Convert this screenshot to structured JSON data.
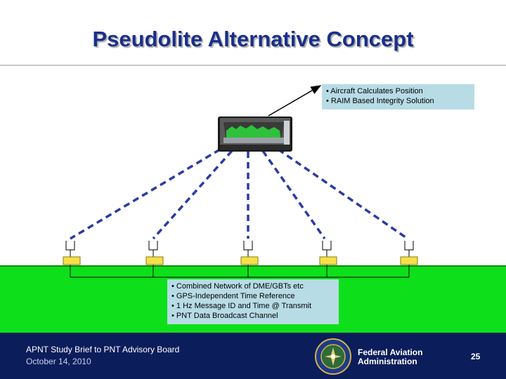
{
  "slide": {
    "title": "Pseudolite Alternative Concept"
  },
  "callout_top": {
    "lines": [
      "• Aircraft Calculates Position",
      "• RAIM Based Integrity Solution"
    ]
  },
  "callout_bottom": {
    "lines": [
      "• Combined Network of DME/GBTs etc",
      "• GPS-Independent Time Reference",
      "• 1 Hz Message ID and Time @ Transmit",
      "• PNT Data Broadcast Channel"
    ]
  },
  "footer": {
    "presentation_title": "APNT Study Brief to PNT Advisory Board",
    "date": "October 14, 2010",
    "agency_line1": "Federal Aviation",
    "agency_line2": "Administration",
    "page_number": "25"
  },
  "colors": {
    "title": "#1a2f8a",
    "ground": "#0de01a",
    "footer": "#0c1d5c",
    "callout": "#b7dce6",
    "signal_line": "#2a3ca0"
  },
  "icons": [
    "cockpit-display-image",
    "antenna-icon",
    "ground-station-icon",
    "faa-seal-icon"
  ]
}
